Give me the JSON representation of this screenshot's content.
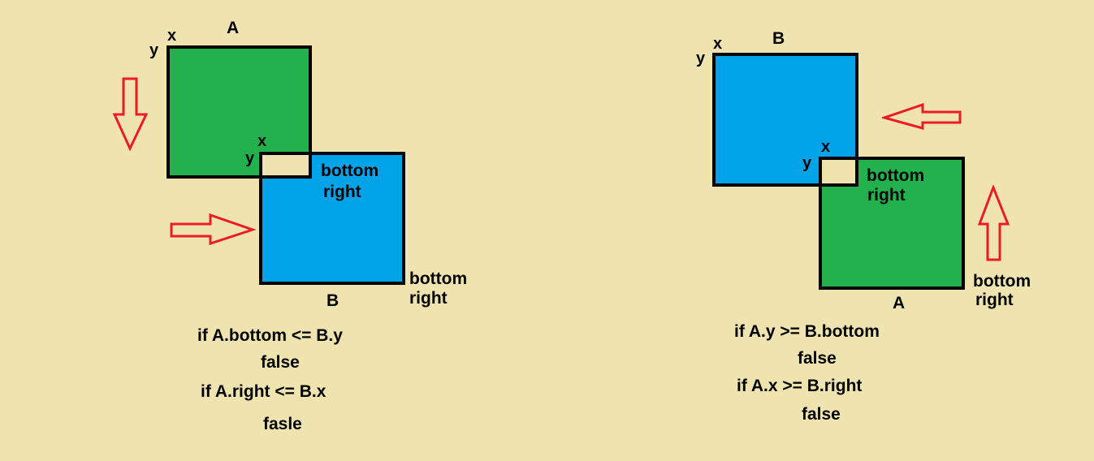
{
  "colors": {
    "background": "#efe4b0",
    "green": "#22b14c",
    "blue": "#00a2e8",
    "overlap": "#efe4b0",
    "arrow": "#ed1c24",
    "border": "#000000"
  },
  "left": {
    "rect_a": {
      "name": "A",
      "x_label": "x",
      "y_label": "y",
      "color": "green"
    },
    "rect_b": {
      "name": "B",
      "x_label": "x",
      "y_label": "y",
      "color": "blue"
    },
    "inner_corner": {
      "line1": "bottom",
      "line2": "right"
    },
    "outer_corner": {
      "line1": "bottom",
      "line2": "right"
    },
    "arrows": [
      "arrow-down",
      "arrow-right"
    ],
    "code": {
      "cond1": "if A.bottom <= B.y",
      "res1": "false",
      "cond2": "if A.right <= B.x",
      "res2": "fasle"
    }
  },
  "right": {
    "rect_b": {
      "name": "B",
      "x_label": "x",
      "y_label": "y",
      "color": "blue"
    },
    "rect_a": {
      "name": "A",
      "x_label": "x",
      "y_label": "y",
      "color": "green"
    },
    "inner_corner": {
      "line1": "bottom",
      "line2": "right"
    },
    "outer_corner": {
      "line1": "bottom",
      "line2": "right"
    },
    "arrows": [
      "arrow-left",
      "arrow-up"
    ],
    "code": {
      "cond1": "if A.y >= B.bottom",
      "res1": "false",
      "cond2": "if A.x >= B.right",
      "res2": "false"
    }
  }
}
